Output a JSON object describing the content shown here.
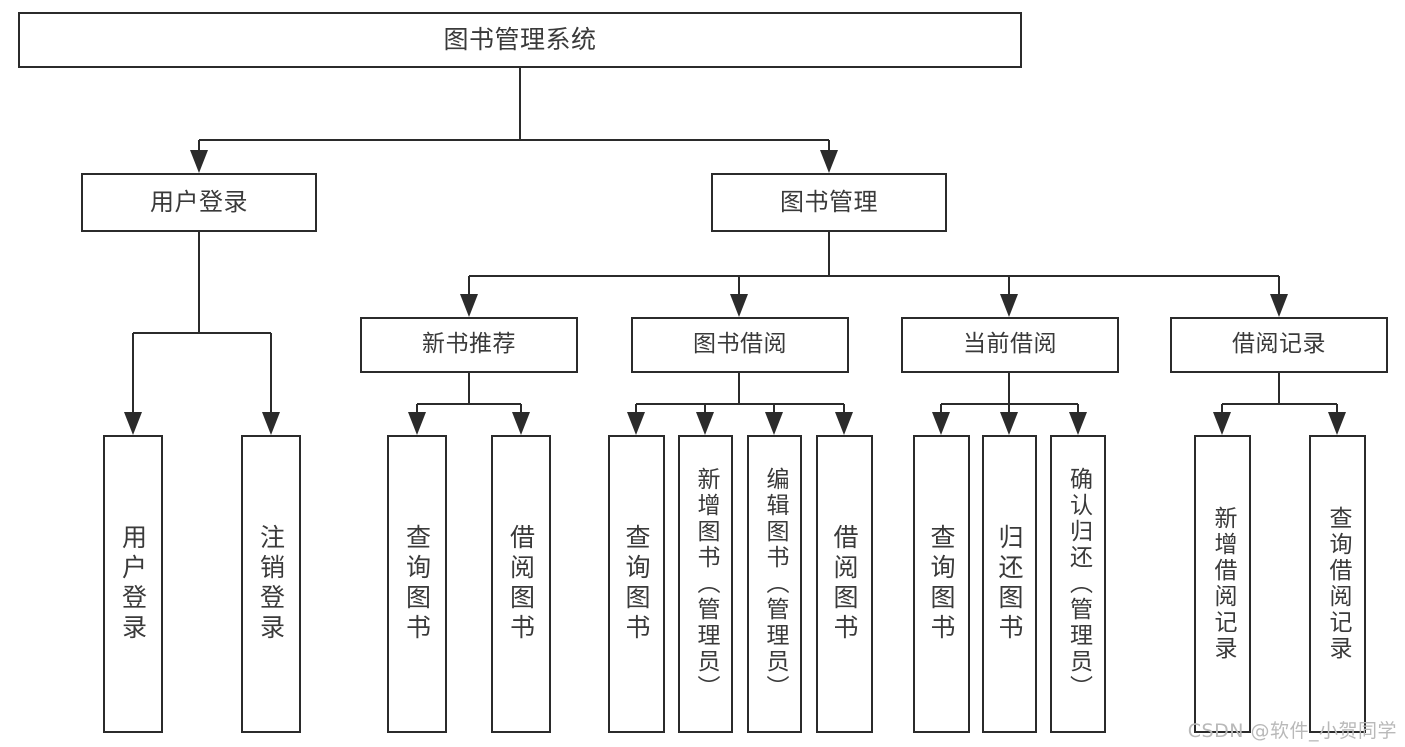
{
  "diagram": {
    "title": "图书管理系统",
    "type": "tree-hierarchy",
    "root": {
      "label": "图书管理系统"
    },
    "level1": [
      {
        "label": "用户登录"
      },
      {
        "label": "图书管理"
      }
    ],
    "level2": [
      {
        "label": "新书推荐"
      },
      {
        "label": "图书借阅"
      },
      {
        "label": "当前借阅"
      },
      {
        "label": "借阅记录"
      }
    ],
    "leaves": [
      {
        "label": "用户登录"
      },
      {
        "label": "注销登录"
      },
      {
        "label": "查询图书"
      },
      {
        "label": "借阅图书"
      },
      {
        "label": "查询图书"
      },
      {
        "label": "新增图书（管理员）"
      },
      {
        "label": "编辑图书（管理员）"
      },
      {
        "label": "借阅图书"
      },
      {
        "label": "查询图书"
      },
      {
        "label": "归还图书"
      },
      {
        "label": "确认归还（管理员）"
      },
      {
        "label": "新增借阅记录"
      },
      {
        "label": "查询借阅记录"
      }
    ],
    "colors": {
      "stroke": "#2b2b2b",
      "text": "#3a3a3a",
      "background": "#ffffff",
      "watermark": "#b9b9b9"
    }
  },
  "watermark": {
    "text": "CSDN @软件_小贺同学"
  }
}
